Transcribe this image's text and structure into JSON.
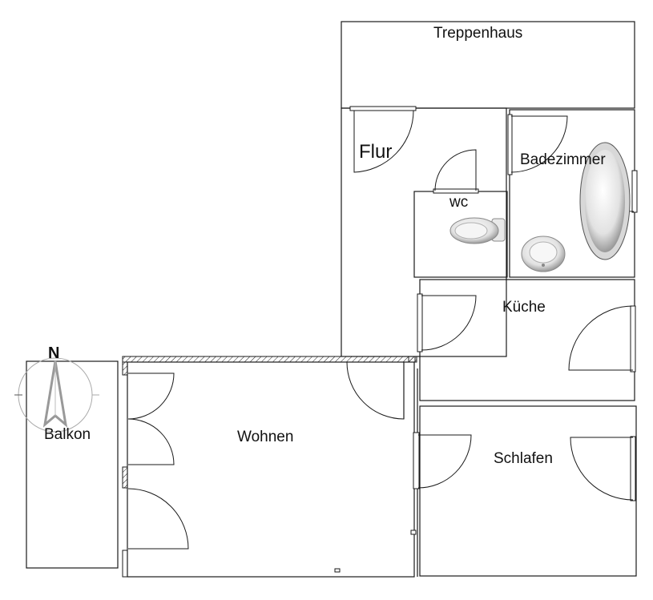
{
  "floor_plan": {
    "rooms": {
      "treppenhaus": "Treppenhaus",
      "flur": "Flur",
      "badezimmer": "Badezimmer",
      "wc": "wc",
      "kueche": "Küche",
      "wohnen": "Wohnen",
      "schlafen": "Schlafen",
      "balkon": "Balkon"
    },
    "compass": {
      "north_label": "N"
    },
    "colors": {
      "line": "#1a1a1a",
      "background": "#ffffff",
      "fixture_fill": "#e6e6e6",
      "compass_line": "#aaaaaa"
    }
  }
}
